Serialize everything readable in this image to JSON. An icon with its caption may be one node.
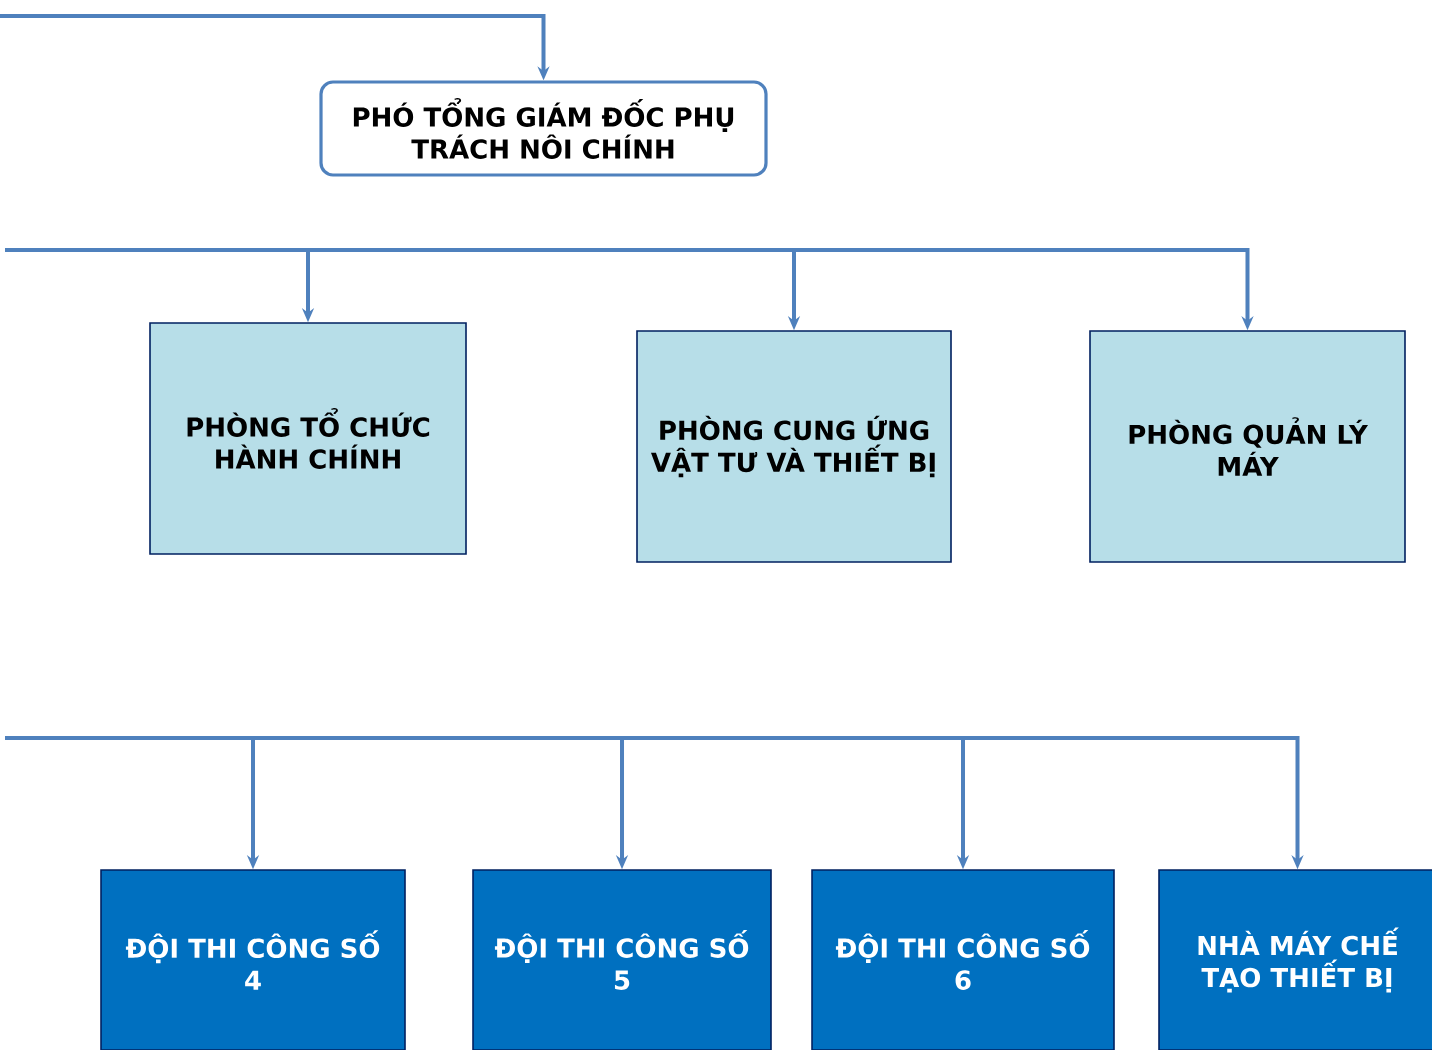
{
  "diagram": {
    "nodes": [
      {
        "text": [
          "PHÓ TỔNG GIÁM ĐỐC PHỤ TRÁCH NÔI CHÍNH"
        ]
      },
      {
        "text": [
          "PHÒNG TỔ CHỨC HÀNH CHÍNH"
        ]
      },
      {
        "text": [
          "PHÒNG CUNG ỨNG VẬT TƯ VÀ THIẾT BỊ"
        ]
      },
      {
        "text": [
          "PHÒNG QUẢN LÝ MÁY"
        ]
      },
      {
        "text": [
          "ĐỘI THI CÔNG SỐ 4"
        ]
      },
      {
        "text": [
          "ĐỘI THI CÔNG SỐ 5"
        ]
      },
      {
        "text": [
          "ĐỘI THI CÔNG SỐ 6"
        ]
      },
      {
        "text": [
          "NHÀ MÁY CHẾ TẠO THIẾT BỊ"
        ]
      }
    ],
    "edges": [
      {
        "from": null,
        "to": 0,
        "arrow": "to"
      },
      {
        "from": null,
        "to": 1,
        "arrow": "to"
      },
      {
        "from": null,
        "to": 2,
        "arrow": "to"
      },
      {
        "from": null,
        "to": 3,
        "arrow": "to"
      },
      {
        "from": null,
        "to": 4,
        "arrow": "to"
      },
      {
        "from": null,
        "to": 5,
        "arrow": "to"
      },
      {
        "from": null,
        "to": 6,
        "arrow": "to"
      },
      {
        "from": null,
        "to": 7,
        "arrow": "to"
      }
    ]
  }
}
